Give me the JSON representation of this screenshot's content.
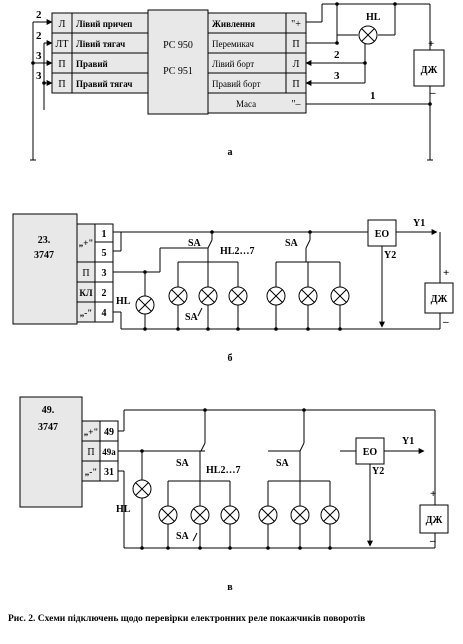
{
  "diagram_a": {
    "label": "а",
    "relay": {
      "line1": "РС 950",
      "line2": "РС 951"
    },
    "left_terminals": [
      {
        "code": "Л",
        "name": "Лівий причеп",
        "wire": "2"
      },
      {
        "code": "ЛТ",
        "name": "Лівий тягач",
        "wire": "2"
      },
      {
        "code": "П",
        "name": "Правий",
        "wire": "3"
      },
      {
        "code": "П",
        "name": "Правий тягач",
        "wire": "3"
      }
    ],
    "right_terminals": [
      {
        "name": "Живлення",
        "code": "\"+"
      },
      {
        "name": "Перемикач",
        "code": "П"
      },
      {
        "name": "Лівий борт",
        "code": "Л"
      },
      {
        "name": "Правий борт",
        "code": "П"
      },
      {
        "name": "Маса",
        "code": "\"–"
      }
    ],
    "lamp_label": "HL",
    "source_label": "ДЖ",
    "plus_label": "+",
    "minus_label": "–",
    "wire_labels": [
      "2",
      "3",
      "1"
    ]
  },
  "diagram_b": {
    "label": "б",
    "relay": {
      "line1": "23.",
      "line2": "3747"
    },
    "terminals": [
      {
        "sign": "„+\"",
        "num": "1"
      },
      {
        "sign": "",
        "num": "5"
      },
      {
        "sign": "П",
        "num": "3"
      },
      {
        "sign": "КЛ",
        "num": "2"
      },
      {
        "sign": "„-\"",
        "num": "4"
      }
    ],
    "lamp_label": "HL",
    "lamp_group_label": "HL2…7",
    "switch_label": "SA",
    "unit_label": "ЕО",
    "y1": "Y1",
    "y2": "Y2",
    "source_label": "ДЖ",
    "plus_label": "+",
    "minus_label": "–"
  },
  "diagram_c": {
    "label": "в",
    "relay": {
      "line1": "49.",
      "line2": "3747"
    },
    "terminals": [
      {
        "sign": "„+\"",
        "num": "49"
      },
      {
        "sign": "П",
        "num": "49а"
      },
      {
        "sign": "„-\"",
        "num": "31"
      }
    ],
    "lamp_label": "HL",
    "lamp_group_label": "HL2…7",
    "switch_label": "SA",
    "unit_label": "ЕО",
    "y1": "Y1",
    "y2": "Y2",
    "source_label": "ДЖ",
    "plus_label": "+",
    "minus_label": "–"
  },
  "caption": "Рис. 2. Схеми підключень щодо перевірки електронних реле покажчиків поворотів"
}
